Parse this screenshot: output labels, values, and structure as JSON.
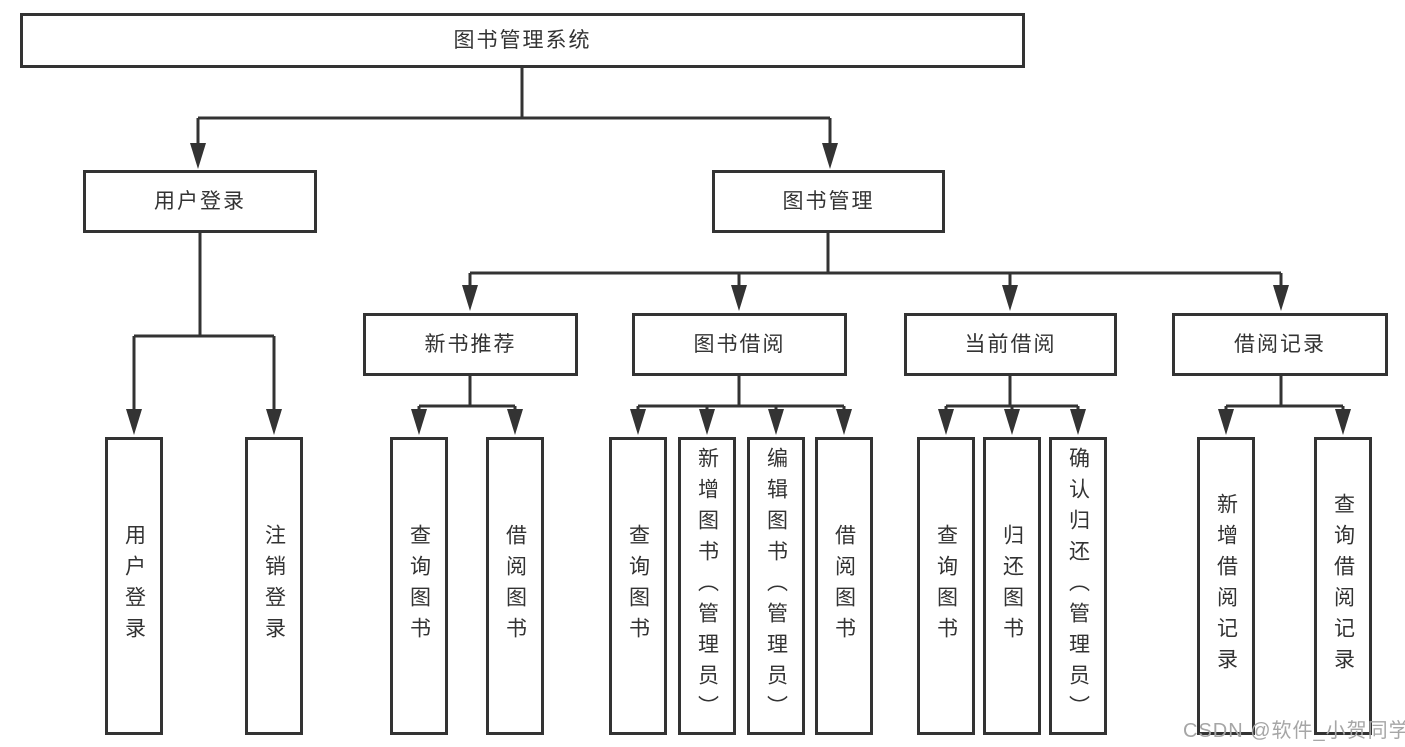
{
  "tree": {
    "root": {
      "label": "图书管理系统"
    },
    "children": [
      {
        "label": "用户登录",
        "leaves": [
          "用户登录",
          "注销登录"
        ]
      },
      {
        "label": "图书管理",
        "children": [
          {
            "label": "新书推荐",
            "leaves": [
              "查询图书",
              "借阅图书"
            ]
          },
          {
            "label": "图书借阅",
            "leaves": [
              "查询图书",
              "新增图书（管理员）",
              "编辑图书（管理员）",
              "借阅图书"
            ]
          },
          {
            "label": "当前借阅",
            "leaves": [
              "查询图书",
              "归还图书",
              "确认归还（管理员）"
            ]
          },
          {
            "label": "借阅记录",
            "leaves": [
              "新增借阅记录",
              "查询借阅记录"
            ]
          }
        ]
      }
    ]
  },
  "watermark": "CSDN @软件_小贺同学",
  "colors": {
    "line": "#333333",
    "box_border": "#333333",
    "text": "#333333",
    "background": "#ffffff",
    "watermark": "#a6a6a6"
  }
}
